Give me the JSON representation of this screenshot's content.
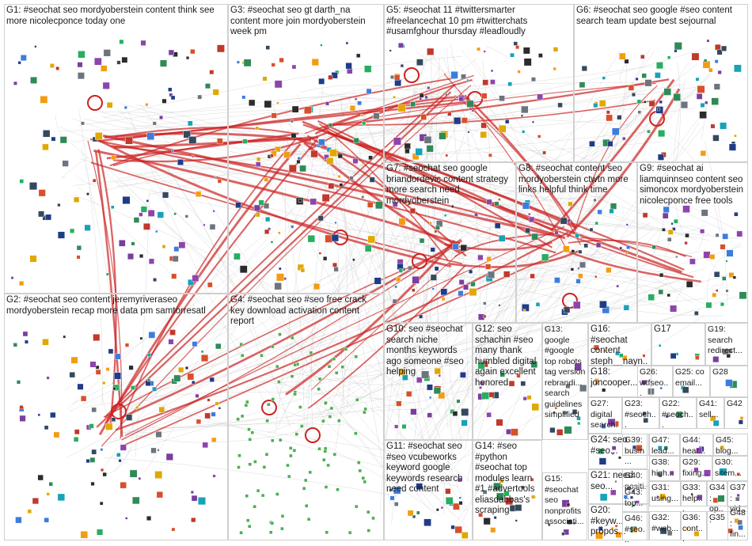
{
  "graph": {
    "edge_color_strong": "#cc2222",
    "edge_color_weak": "#bdbdbd",
    "box_border": "#cfcfcf",
    "groups": [
      {
        "id": "G1",
        "label": "G1: #seochat seo mordyoberstein content think see more nicolecponce today one"
      },
      {
        "id": "G2",
        "label": "G2: #seochat seo content jeremyriveraseo mordyoberstein recap more data pm samtorresatl"
      },
      {
        "id": "G3",
        "label": "G3: #seochat seo gt darth_na content more join mordyoberstein week pm"
      },
      {
        "id": "G4",
        "label": "G4: #seochat seo #seo free crack key download activation content report"
      },
      {
        "id": "G5",
        "label": "G5: #seochat 11 #twittersmarter #freelancechat 10 pm #twitterchats #usamfghour thursday #leadloudly"
      },
      {
        "id": "G6",
        "label": "G6: #seochat seo google #seo content search team update best sejournal"
      },
      {
        "id": "G7",
        "label": "G7: #seochat seo google briandordevic content strategy more search need mordyoberstein"
      },
      {
        "id": "G8",
        "label": "G8: #seochat content seo mordyoberstein ctwtn more links helpful think time"
      },
      {
        "id": "G9",
        "label": "G9: #seochat ai liamquinnseo content seo simoncox mordyoberstein nicolecponce free tools"
      },
      {
        "id": "G10",
        "label": "G10: seo #seochat search niche months keywords ago someone #seo helping"
      },
      {
        "id": "G11",
        "label": "G11: #seochat seo #seo vcubeworks keyword google keywords research need content"
      },
      {
        "id": "G12",
        "label": "G12: seo schachin #seo many thank humbled digital again excellent honored"
      },
      {
        "id": "G13",
        "label": "G13: google #google top robots tag version rebrandi... search guidelines simplified"
      },
      {
        "id": "G14",
        "label": "G14: #seo #python #seochat top modules learn #1 #advertools eliasdabbas's scraping"
      },
      {
        "id": "G15",
        "label": "G15: #seochat seo nonprofits associati..."
      },
      {
        "id": "G16",
        "label": "G16: #seochat content steph__nayn..."
      },
      {
        "id": "G17",
        "label": "G17"
      },
      {
        "id": "G18",
        "label": "G18: joncooper..."
      },
      {
        "id": "G19",
        "label": "G19: search redirect..."
      },
      {
        "id": "G20",
        "label": "G20: #keyw... propos..."
      },
      {
        "id": "G21",
        "label": "G21: need seo..."
      },
      {
        "id": "G22",
        "label": "G22: #seoch..."
      },
      {
        "id": "G23",
        "label": "G23: #seoch..."
      },
      {
        "id": "G24",
        "label": "G24: seo #seo..."
      },
      {
        "id": "G25",
        "label": "G25: co email..."
      },
      {
        "id": "G26",
        "label": "G26: wtfseo..."
      },
      {
        "id": "G27",
        "label": "G27: digital search..."
      },
      {
        "id": "G28",
        "label": "G28"
      },
      {
        "id": "G29",
        "label": "G29: fixing..."
      },
      {
        "id": "G30",
        "label": "G30: sitem..."
      },
      {
        "id": "G31",
        "label": "G31: using..."
      },
      {
        "id": "G32",
        "label": "G32: #web..."
      },
      {
        "id": "G33",
        "label": "G33: help..."
      },
      {
        "id": "G34",
        "label": "G34: op..."
      },
      {
        "id": "G35",
        "label": "G35"
      },
      {
        "id": "G36",
        "label": "G36: cont..."
      },
      {
        "id": "G37",
        "label": "G37: vid..."
      },
      {
        "id": "G38",
        "label": "G38: high..."
      },
      {
        "id": "G39",
        "label": "G39: busin..."
      },
      {
        "id": "G40",
        "label": "G40: positi..."
      },
      {
        "id": "G41",
        "label": "G41: sell..."
      },
      {
        "id": "G42",
        "label": "G42"
      },
      {
        "id": "G43",
        "label": "G43: top..."
      },
      {
        "id": "G44",
        "label": "G44: hear..."
      },
      {
        "id": "G45",
        "label": "G45: blog..."
      },
      {
        "id": "G46",
        "label": "G46: #seo..."
      },
      {
        "id": "G47",
        "label": "G47: lead..."
      },
      {
        "id": "G48",
        "label": "G48: fin..."
      }
    ]
  }
}
